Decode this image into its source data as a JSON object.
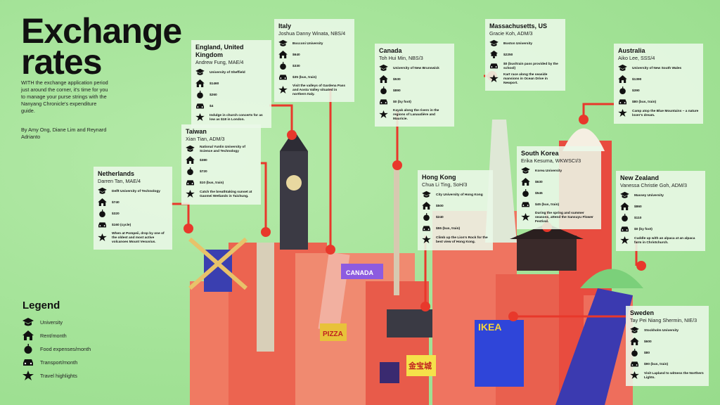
{
  "header": {
    "title_line1": "Exchange",
    "title_line2": "rates",
    "intro": "WITH the exchange application period just around the corner, it's time for you to manage your purse strings with the Nanyang Chronicle's expenditure guide.",
    "byline": "By Amy Ong, Diane Lim and Reynard Adrianto"
  },
  "legend": {
    "title": "Legend",
    "items": [
      {
        "icon": "university",
        "label": "University"
      },
      {
        "icon": "rent",
        "label": "Rent/month"
      },
      {
        "icon": "food",
        "label": "Food expenses/month"
      },
      {
        "icon": "transport",
        "label": "Transport/month"
      },
      {
        "icon": "highlight",
        "label": "Travel highlights"
      }
    ]
  },
  "colors": {
    "background": "#a9e5a0",
    "accent": "#e8382b",
    "buildings": "#ee6a55"
  },
  "scene_signs": [
    "CANADA",
    "IKEA",
    "PIZZA",
    "金宝城"
  ],
  "cards": [
    {
      "id": "netherlands",
      "country": "Netherlands",
      "student": "Darren Tan, MAE/4",
      "items": [
        {
          "icon": "university",
          "text": "Delft University of Technology"
        },
        {
          "icon": "rent",
          "text": "$740"
        },
        {
          "icon": "food",
          "text": "$320"
        },
        {
          "icon": "transport",
          "text": "$160 (cycle)"
        },
        {
          "icon": "highlight",
          "text": "When at Pompeii, drop by one of the oldest and most active volcanoes Mount Vesuvius."
        }
      ]
    },
    {
      "id": "taiwan",
      "country": "Taiwan",
      "student": "Xian Tian, ADM/3",
      "items": [
        {
          "icon": "university",
          "text": "National Yunlin University of Science and Technology"
        },
        {
          "icon": "rent",
          "text": "$380"
        },
        {
          "icon": "food",
          "text": "$720"
        },
        {
          "icon": "transport",
          "text": "$10 (bus, train)"
        },
        {
          "icon": "highlight",
          "text": "Catch the breathtaking sunset at Gaomei Wetlands in Taichung."
        }
      ]
    },
    {
      "id": "england",
      "country": "England, United Kingdom",
      "student": "Andrew Fung, MAE/4",
      "items": [
        {
          "icon": "university",
          "text": "University of Sheffield"
        },
        {
          "icon": "rent",
          "text": "$1460"
        },
        {
          "icon": "food",
          "text": "$260"
        },
        {
          "icon": "transport",
          "text": "$4"
        },
        {
          "icon": "highlight",
          "text": "Indulge in church concerts for as low as $18 in London."
        }
      ]
    },
    {
      "id": "italy",
      "country": "Italy",
      "student": "Joshua Danny Winata, NBS/4",
      "items": [
        {
          "icon": "university",
          "text": "Bocconi University"
        },
        {
          "icon": "rent",
          "text": "$640"
        },
        {
          "icon": "food",
          "text": "$330"
        },
        {
          "icon": "transport",
          "text": "$35 (bus, train)"
        },
        {
          "icon": "highlight",
          "text": "Visit the valleys of Gardena Pass and Aosta Valley situated in northern Italy."
        }
      ]
    },
    {
      "id": "canada",
      "country": "Canada",
      "student": "Toh Hui Min, NBS/3",
      "items": [
        {
          "icon": "university",
          "text": "University of New Brunswick"
        },
        {
          "icon": "rent",
          "text": "$530"
        },
        {
          "icon": "food",
          "text": "$890"
        },
        {
          "icon": "transport",
          "text": "$0 (by foot)"
        },
        {
          "icon": "highlight",
          "text": "Kayak along the rivers in the regions of Lanaudière and Mauricie."
        }
      ]
    },
    {
      "id": "massachusetts",
      "country": "Massachusetts, US",
      "student": "Gracie Koh, ADM/3",
      "items": [
        {
          "icon": "university",
          "text": "Boston University"
        },
        {
          "icon": "rent-food",
          "text": "$2250"
        },
        {
          "icon": "transport",
          "text": "$0 (bus/train pass provided by the school)"
        },
        {
          "icon": "highlight",
          "text": "Kart race along the seaside mansions in Ocean Drive in Newport."
        }
      ]
    },
    {
      "id": "australia",
      "country": "Australia",
      "student": "Aiko Lee, SSS/4",
      "items": [
        {
          "icon": "university",
          "text": "University of New South Wales"
        },
        {
          "icon": "rent",
          "text": "$1390"
        },
        {
          "icon": "food",
          "text": "$390"
        },
        {
          "icon": "transport",
          "text": "$80 (bus, train)"
        },
        {
          "icon": "highlight",
          "text": "Camp atop the Blue Mountains – a nature lover's dream."
        }
      ]
    },
    {
      "id": "south-korea",
      "country": "South Korea",
      "student": "Erika Kesuma, WKWSCI/3",
      "items": [
        {
          "icon": "university",
          "text": "Korea University"
        },
        {
          "icon": "rent",
          "text": "$630"
        },
        {
          "icon": "food",
          "text": "$545"
        },
        {
          "icon": "transport",
          "text": "$45 (bus, train)"
        },
        {
          "icon": "highlight",
          "text": "During the spring and summer seasons, attend the Sansuyu Flower Festival."
        }
      ]
    },
    {
      "id": "hong-kong",
      "country": "Hong Kong",
      "student": "Chua Li Ting, SoH/3",
      "items": [
        {
          "icon": "university",
          "text": "City University of Hong Kong"
        },
        {
          "icon": "rent",
          "text": "$500"
        },
        {
          "icon": "food",
          "text": "$240"
        },
        {
          "icon": "transport",
          "text": "$55 (bus, train)"
        },
        {
          "icon": "highlight",
          "text": "Climb up the Lion's Rock for the best view of Hong Kong."
        }
      ]
    },
    {
      "id": "new-zealand",
      "country": "New Zealand",
      "student": "Vanessa Christie Goh, ADM/3",
      "items": [
        {
          "icon": "university",
          "text": "Massey University"
        },
        {
          "icon": "rent",
          "text": "$860"
        },
        {
          "icon": "food",
          "text": "$110"
        },
        {
          "icon": "transport",
          "text": "$0 (by foot)"
        },
        {
          "icon": "highlight",
          "text": "Cuddle up with an alpaca at an alpaca farm in Christchurch."
        }
      ]
    },
    {
      "id": "sweden",
      "country": "Sweden",
      "student": "Tay Pei Niang Shermin, NIE/3",
      "items": [
        {
          "icon": "university",
          "text": "Stockholm University"
        },
        {
          "icon": "rent",
          "text": "$600"
        },
        {
          "icon": "food",
          "text": "$80"
        },
        {
          "icon": "transport",
          "text": "$90 (bus, train)"
        },
        {
          "icon": "highlight",
          "text": "Visit Lapland to witness the Northern Lights."
        }
      ]
    }
  ]
}
